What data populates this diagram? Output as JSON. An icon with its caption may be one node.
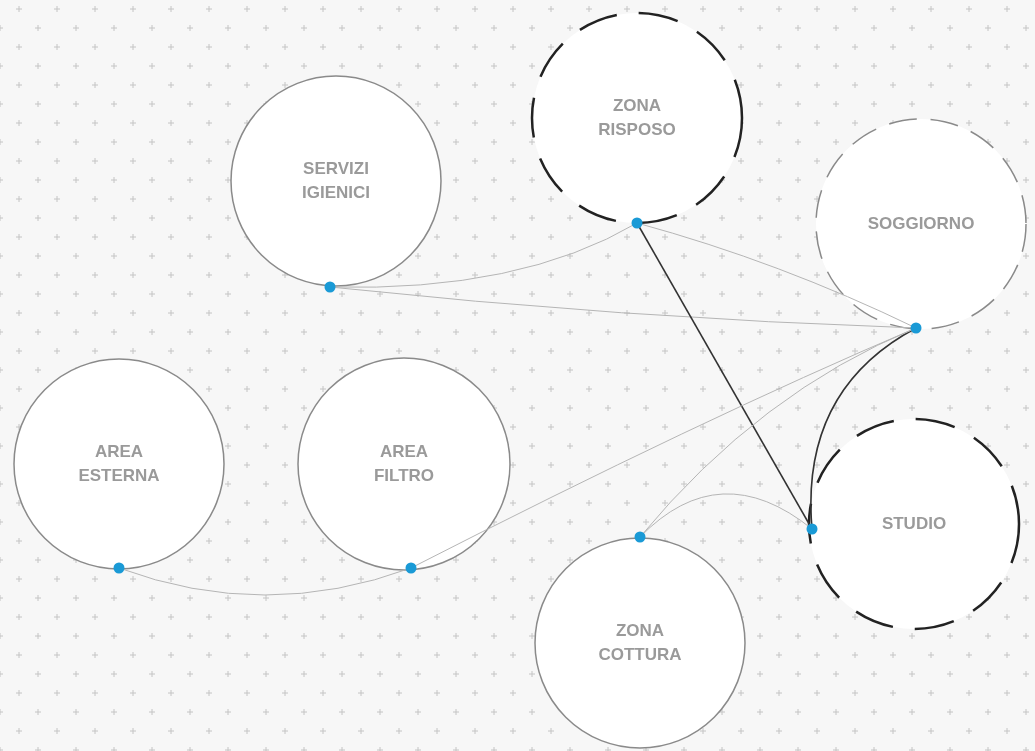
{
  "diagram": {
    "nodes": [
      {
        "text": [
          "ZONA RISPOSO"
        ]
      },
      {
        "text": [
          "SERVIZI IGIENICI"
        ]
      },
      {
        "text": [
          "SOGGIORNO"
        ]
      },
      {
        "text": [
          "AREA ESTERNA"
        ]
      },
      {
        "text": [
          "AREA FILTRO"
        ]
      },
      {
        "text": [
          "STUDIO"
        ]
      },
      {
        "text": [
          "ZONA COTTURA"
        ]
      }
    ],
    "edges": [
      {
        "from": 1,
        "to": 0,
        "arrow": "none"
      },
      {
        "from": 1,
        "to": 2,
        "arrow": "none"
      },
      {
        "from": 0,
        "to": 2,
        "arrow": "none"
      },
      {
        "from": 0,
        "to": 5,
        "arrow": "none",
        "color": "#333333"
      },
      {
        "from": 2,
        "to": 5,
        "arrow": "none",
        "color": "#333333"
      },
      {
        "from": 2,
        "to": 6,
        "arrow": "none"
      },
      {
        "from": 2,
        "to": 4,
        "arrow": "none"
      },
      {
        "from": 3,
        "to": 4,
        "arrow": "none"
      },
      {
        "from": 6,
        "to": 5,
        "arrow": "none"
      }
    ]
  }
}
